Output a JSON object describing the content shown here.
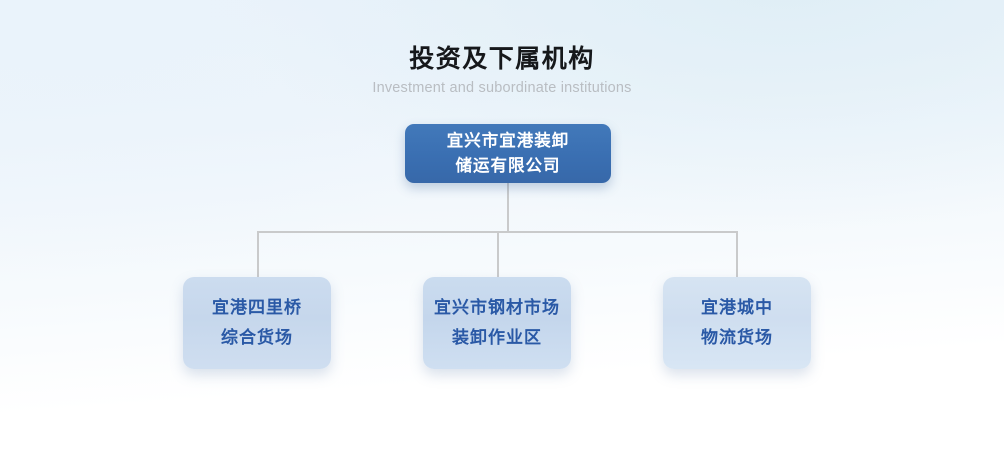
{
  "heading": {
    "title": "投资及下属机构",
    "subtitle": "Investment and subordinate institutions"
  },
  "chart": {
    "type": "org-chart",
    "root": {
      "label": "宜兴市宜港装卸\n储运有限公司",
      "text_color": "#ffffff",
      "fill_color": "#3b72b8"
    },
    "children": [
      {
        "label": "宜港四里桥\n综合货场",
        "text_color": "#2a59a6",
        "fill_color": "#c6d7ec"
      },
      {
        "label": "宜兴市钢材市场\n装卸作业区",
        "text_color": "#2a59a6",
        "fill_color": "#c4d6ec"
      },
      {
        "label": "宜港城中\n物流货场",
        "text_color": "#2a59a6",
        "fill_color": "#cfdef0"
      }
    ],
    "connector_color": "#c9cacb"
  },
  "theme": {
    "background_top": "#e9f2fa",
    "background_bottom": "#ffffff",
    "title_color": "#16181b",
    "subtitle_color": "#b9bdc2"
  }
}
